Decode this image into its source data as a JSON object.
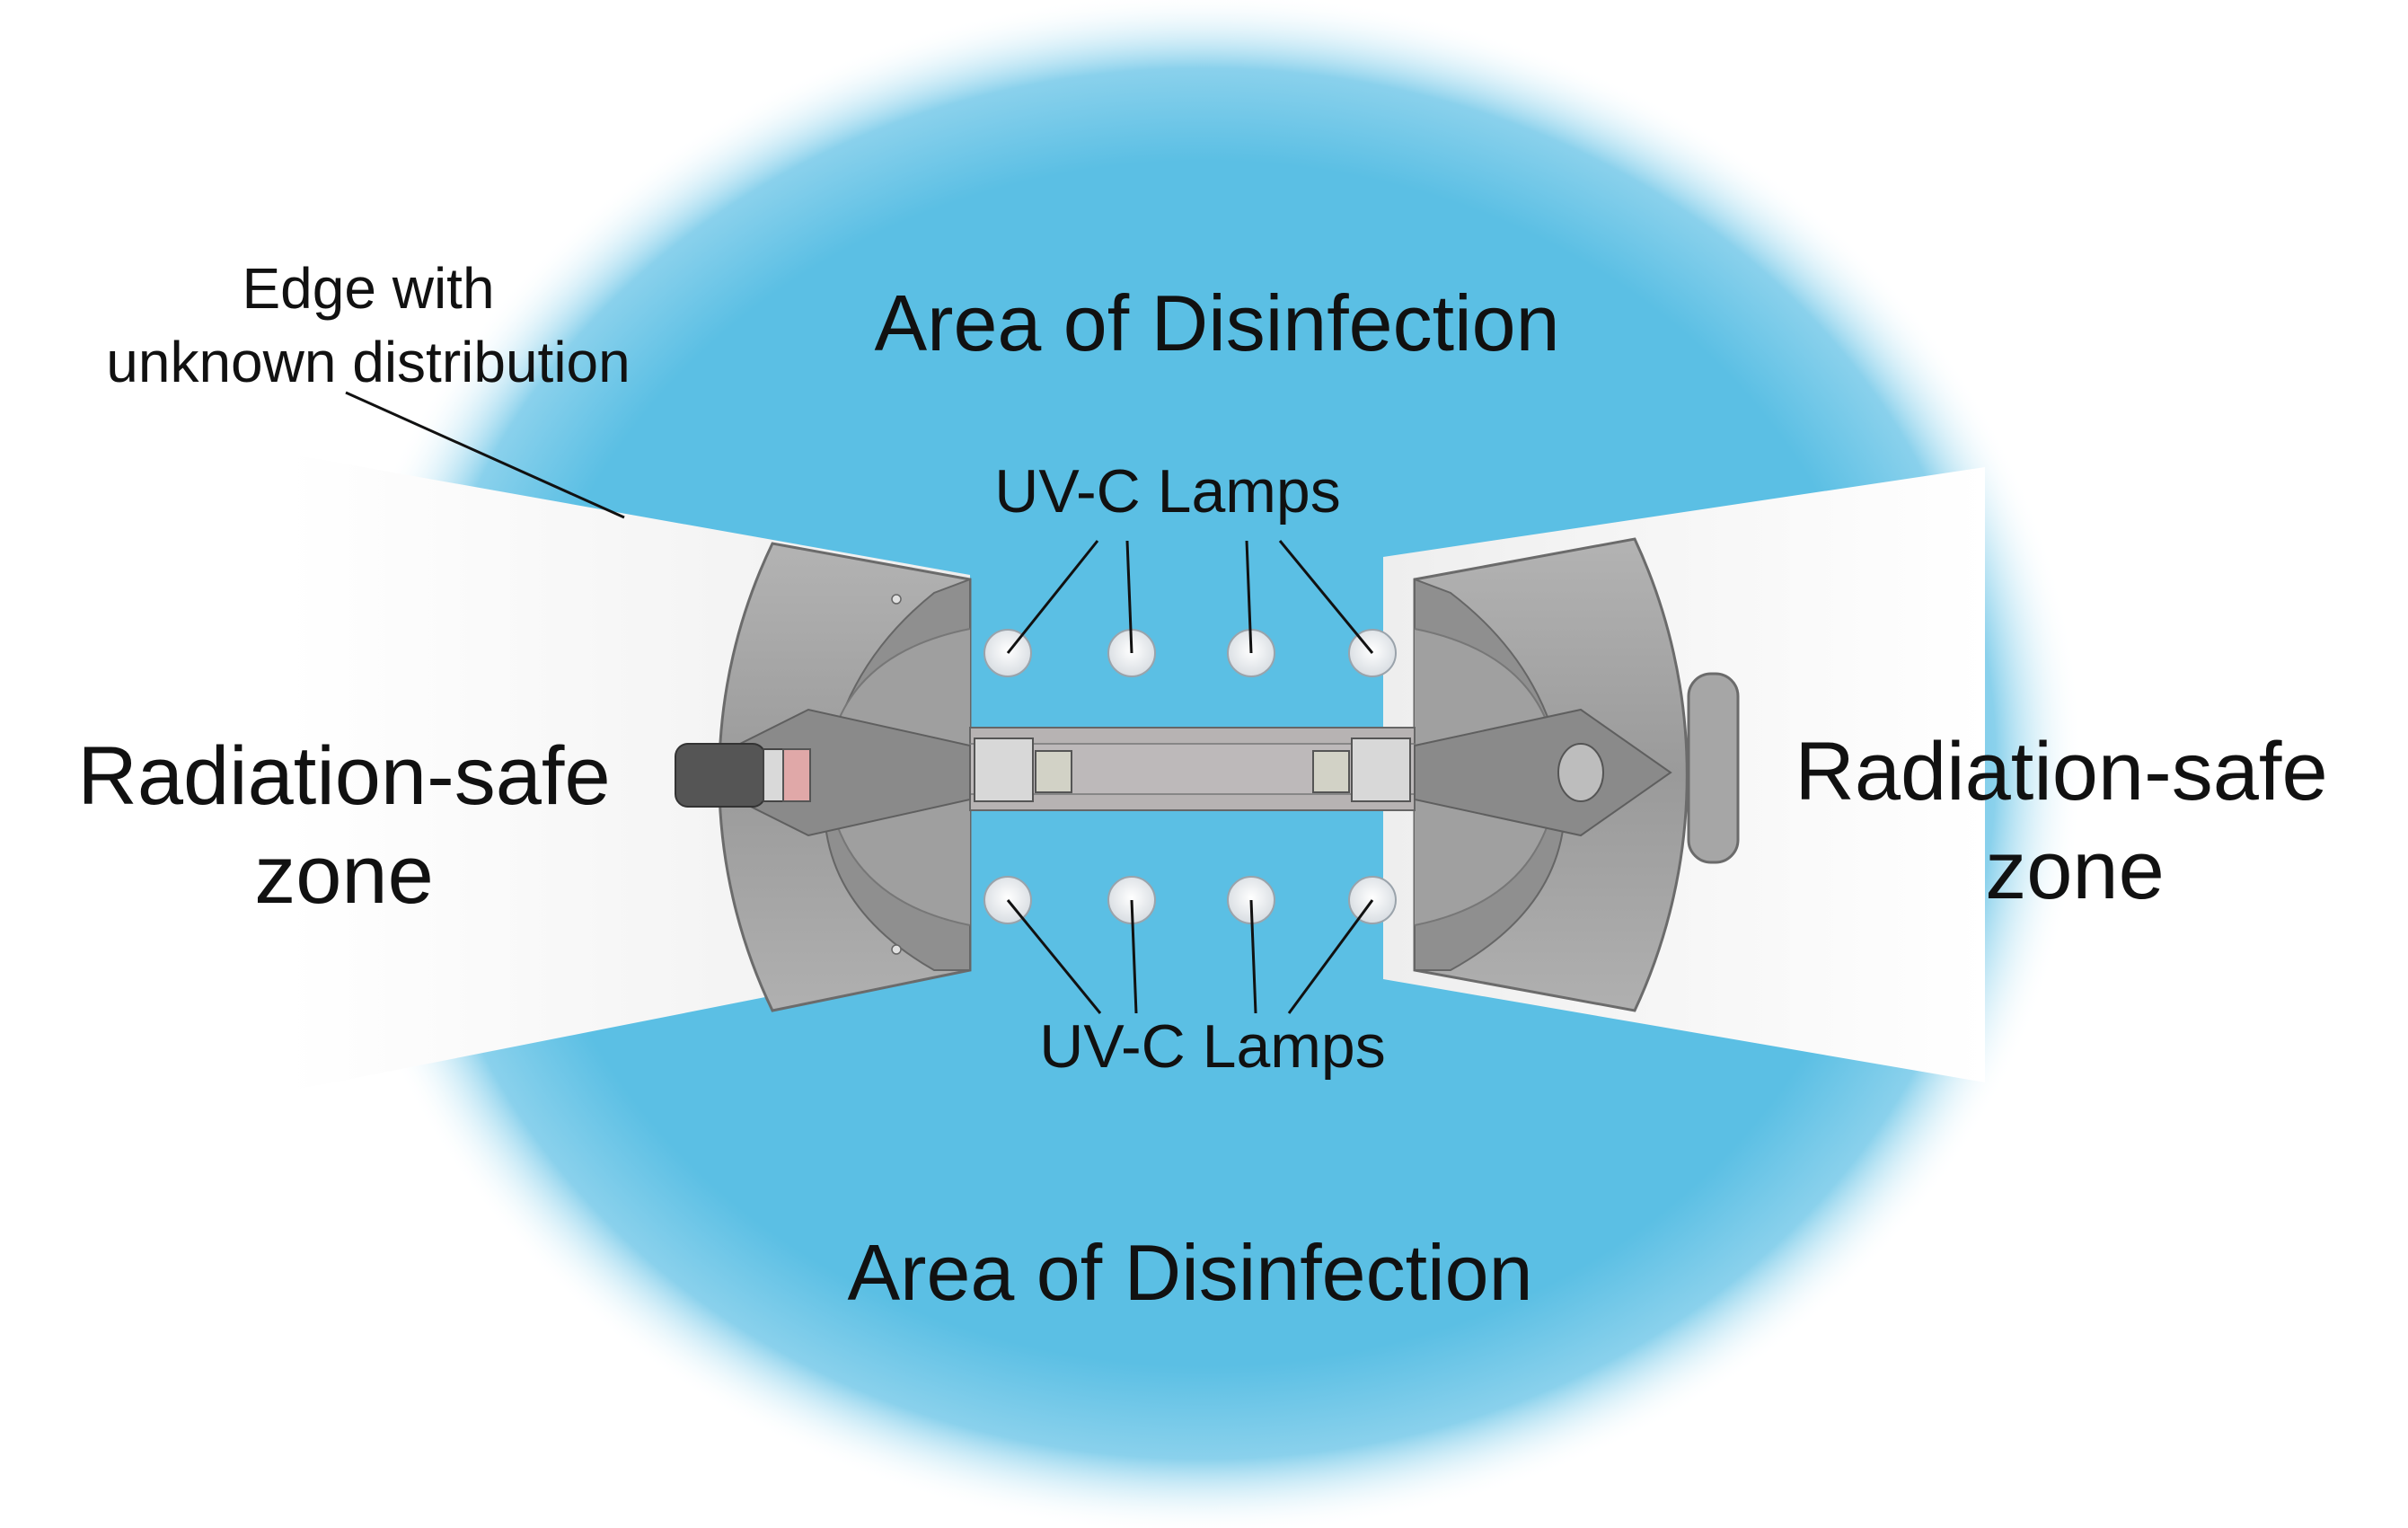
{
  "labels": {
    "area_top": "Area of Disinfection",
    "area_bottom": "Area of Disinfection",
    "lamps_top": "UV-C Lamps",
    "lamps_bottom": "UV-C Lamps",
    "edge_line1": "Edge with",
    "edge_line2": "unknown distribution",
    "safe_left_line1": "Radiation-safe",
    "safe_left_line2": "zone",
    "safe_right_line1": "Radiation-safe",
    "safe_right_line2": "zone"
  },
  "colors": {
    "uv_area": "#5bbfe4",
    "safe_zone": "#f3f3f3",
    "housing": "#a6a6a6",
    "housing_dark": "#7d7d7d",
    "lamp": "#f2f4f6",
    "text": "#111111"
  },
  "lamp_count_top": 4,
  "lamp_count_bottom": 4
}
